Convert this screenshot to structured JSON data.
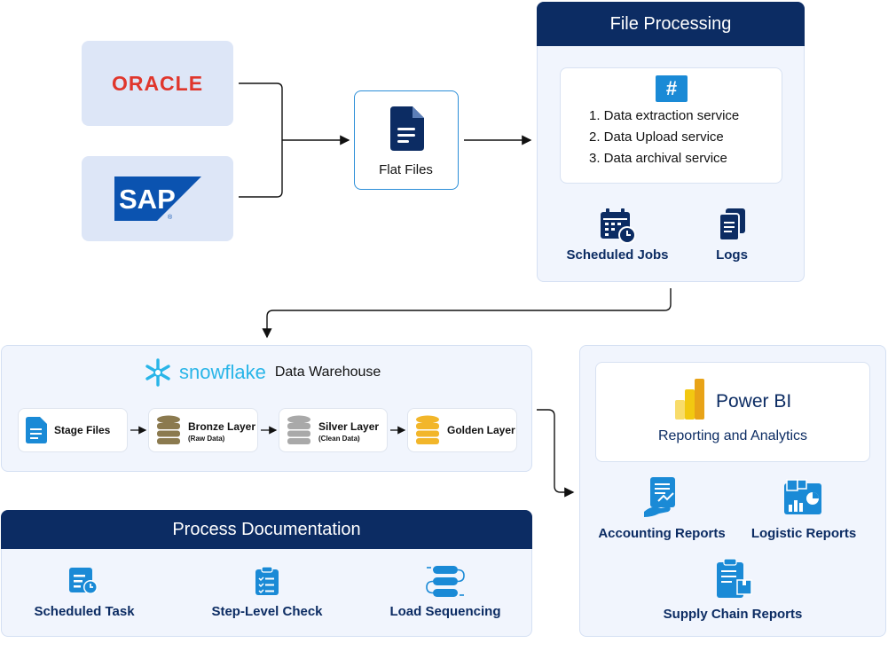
{
  "sources": {
    "oracle": "ORACLE",
    "sap": "SAP",
    "sap_mark": "®"
  },
  "flat_files": {
    "label": "Flat Files"
  },
  "file_processing": {
    "title": "File Processing",
    "services": [
      "1.  Data extraction service",
      "2. Data Upload service",
      "3. Data archival service"
    ],
    "scheduled_jobs": "Scheduled Jobs",
    "logs": "Logs"
  },
  "warehouse": {
    "brand": "snowflake",
    "title": "Data Warehouse",
    "layers": [
      {
        "label": "Stage Files",
        "sub": ""
      },
      {
        "label": "Bronze Layer",
        "sub": "(Raw Data)"
      },
      {
        "label": "Silver Layer",
        "sub": "(Clean Data)"
      },
      {
        "label": "Golden Layer",
        "sub": ""
      }
    ]
  },
  "process_documentation": {
    "title": "Process Documentation",
    "items": [
      "Scheduled Task",
      "Step-Level Check",
      "Load Sequencing"
    ]
  },
  "reporting": {
    "title": "Power BI",
    "subtitle": "Reporting and Analytics",
    "reports": [
      "Accounting Reports",
      "Logistic Reports",
      "Supply Chain Reports"
    ]
  },
  "colors": {
    "navy": "#0c2c63",
    "accent_blue": "#1a8ad6",
    "oracle_red": "#e0362c",
    "sap_blue": "#0b53b0",
    "snowflake": "#29b5e8",
    "bronze": "#8b7a4f",
    "silver": "#a9a9a9",
    "gold": "#f2b62a",
    "powerbi": "#f2c811"
  }
}
